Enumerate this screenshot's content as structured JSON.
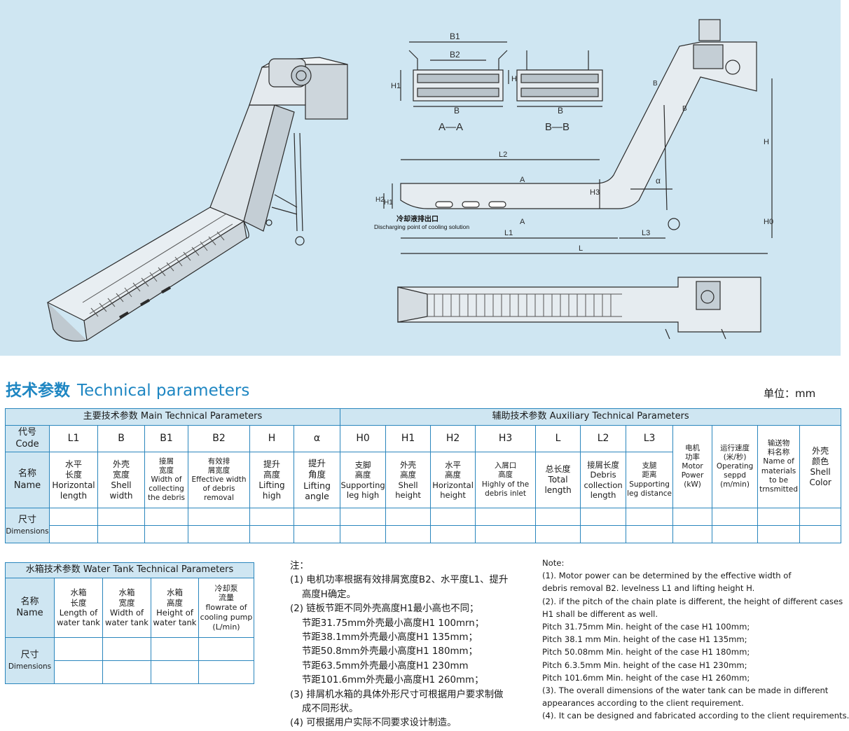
{
  "drawing": {
    "section_aa": "A—A",
    "section_bb": "B—B",
    "dim_b1": "B1",
    "dim_b2": "B2",
    "dim_b": "B",
    "dim_h1": "H1",
    "dim_h2": "H2",
    "dim_l": "L",
    "dim_l1": "L1",
    "dim_l2": "L2",
    "dim_l3": "L3",
    "dim_h": "H",
    "dim_h0": "H0",
    "dim_h3": "H3",
    "dim_alpha": "α",
    "dim_a": "A",
    "dim_bb": "B",
    "discharge_cn": "冷却液排出口",
    "discharge_en": "Discharging point of cooling solution"
  },
  "title_cn": "技术参数",
  "title_en": "Technical parameters",
  "unit": "单位：mm",
  "main_table": {
    "main_group": "主要技术参数  Main Technical Parameters",
    "aux_group": "辅助技术参数  Auxiliary Technical Parameters",
    "code_label": "代号\nCode",
    "name_label": "名称\nName",
    "dim_label": "尺寸",
    "dim_label_en": "Dimensions",
    "columns": [
      {
        "code": "L1",
        "name": "水平\n长度\nHorizontal\nlength"
      },
      {
        "code": "B",
        "name": "外壳\n宽度\nShell\nwidth"
      },
      {
        "code": "B1",
        "name": "接屑\n宽度\nWidth of\ncollecting\nthe debris"
      },
      {
        "code": "B2",
        "name": "有效排\n屑宽度\nEffective width\nof debris\nremoval"
      },
      {
        "code": "H",
        "name": "提升\n高度\nLifting high"
      },
      {
        "code": "α",
        "name": "提升\n角度\nLifting\nangle"
      },
      {
        "code": "H0",
        "name": "支脚\n高度\nSupporting\nleg high"
      },
      {
        "code": "H1",
        "name": "外壳\n高度\nShell\nheight"
      },
      {
        "code": "H2",
        "name": "水平\n高度\nHorizontal\nheight"
      },
      {
        "code": "H3",
        "name": "入屑口\n高度\nHighly of the\ndebris inlet"
      },
      {
        "code": "L",
        "name": "总长度\nTotal\nlength"
      },
      {
        "code": "L2",
        "name": "接屑长度\nDebris\ncollection\nlength"
      },
      {
        "code": "L3",
        "name": "支腿\n距离\nSupporting\nleg distance"
      },
      {
        "code": "",
        "name": "电机\n功率\nMotor\nPower\n(kW)"
      },
      {
        "code": "",
        "name": "运行速度\n(米/秒)\nOperating\nseppd\n(m/min)"
      },
      {
        "code": "",
        "name": "输送物\n料名称\nName of\nmaterials\nto be\ntrnsmitted"
      },
      {
        "code": "",
        "name": "外壳\n颜色\nShell\nColor"
      }
    ]
  },
  "water_table": {
    "title": "水箱技术参数  Water Tank Technical Parameters",
    "name_label": "名称\nName",
    "dim_label": "尺寸",
    "dim_label_en": "Dimensions",
    "columns": [
      "水箱\n长度\nLength of\nwater tank",
      "水箱\n宽度\nWidth of\nwater tank",
      "水箱\n高度\nHeight of\nwater tank",
      "冷却泵\n流量\nflowrate of\ncooling pump\n(L/min)"
    ]
  },
  "notes_cn": {
    "head": "注：",
    "lines": [
      "(1) 电机功率根据有效排屑宽度B2、水平度L1、提升",
      "    高度H确定。",
      "(2) 链板节距不同外壳高度H1最小高也不同；",
      "    节距31.75mm外壳最小高度H1 100mrn；",
      "    节距38.1mm外壳最小高度H1 135mm；",
      "    节距50.8mm外壳最小高度H1 180mm；",
      "    节距63.5mm外壳最小高度H1 230mm",
      "    节距101.6mm外壳最小高度H1 260mm；",
      "(3) 排屑机水箱的具体外形尺寸可根据用户要求制做",
      "    成不同形状。",
      "(4) 可根据用户实际不同要求设计制造。"
    ]
  },
  "notes_en": {
    "head": "Note:",
    "lines": [
      "(1). Motor power can be determined by the effective width of",
      "debris removal B2. levelness L1 and lifting height H.",
      "(2). if the pitch of the chain plate is different, the height of different cases",
      "H1 shall be different as well.",
      "Pitch 31.75mm Min. height of the case H1 100mm;",
      "Pitch 38.1 mm Min. height of the case H1 135mm;",
      "Pitch 50.08mm Min. height of the case H1 180mm;",
      "Pitch 6.3.5mm Min. height of the case H1 230mm;",
      "Pitch 101.6mm Min. height of the case H1 260mm;",
      "(3). The overall dimensions of the water tank can be made in different",
      "appearances according to the client requirement.",
      "(4). It can be designed and fabricated according to the client requirements."
    ]
  }
}
